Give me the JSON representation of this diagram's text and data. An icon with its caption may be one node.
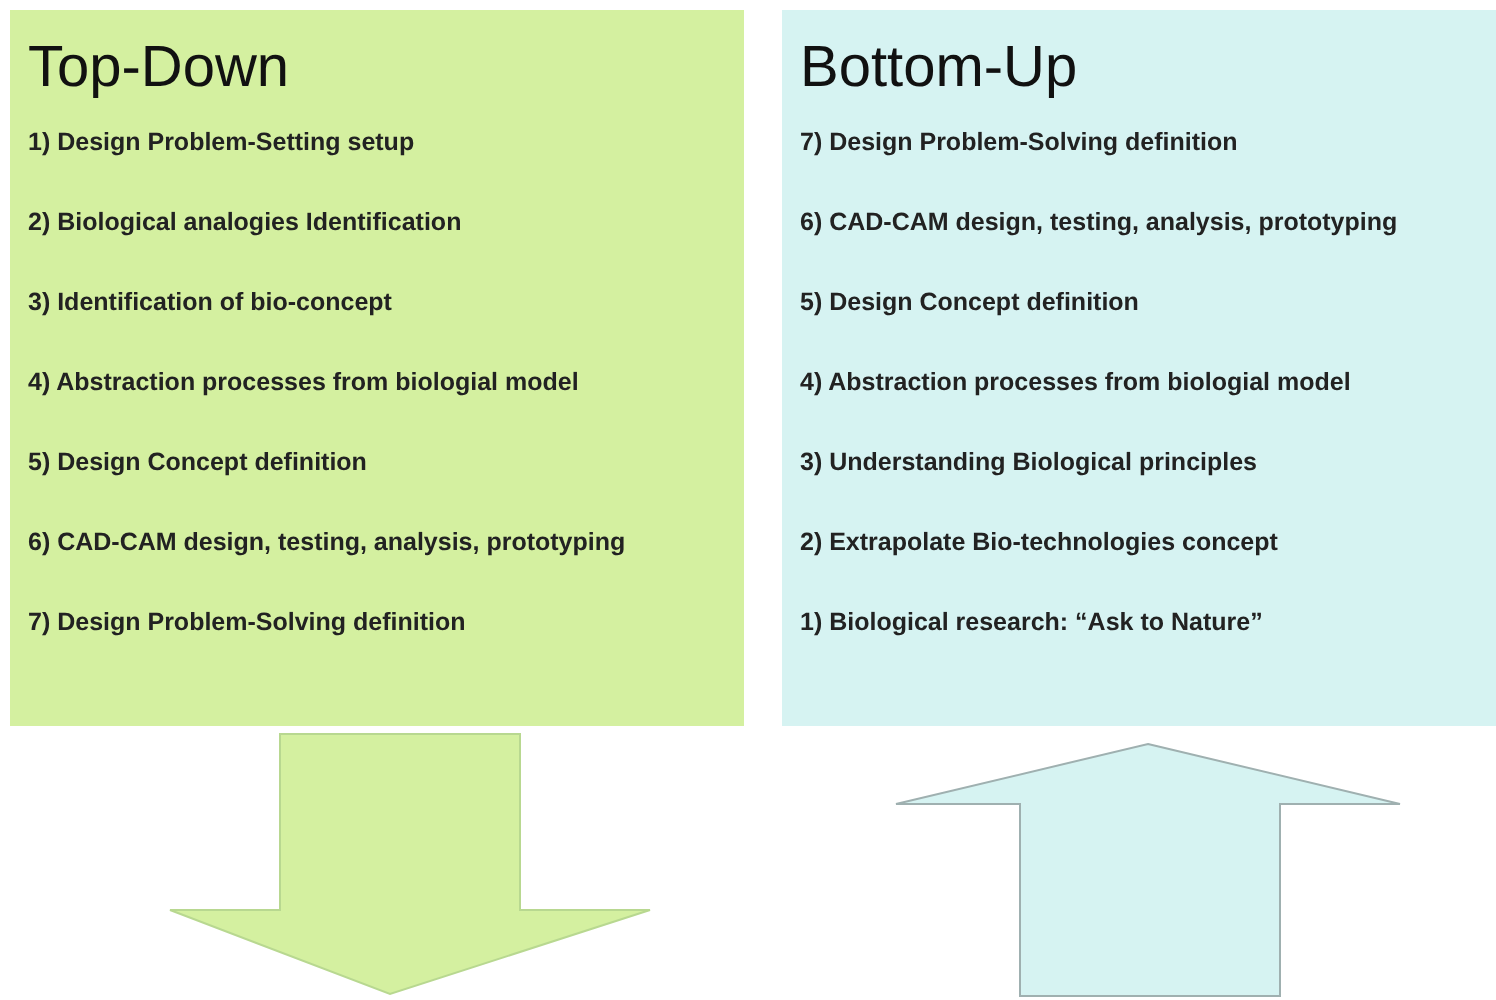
{
  "diagram": {
    "nodes": [
      {
        "text": [
          "Top-Down",
          "1) Design Problem-Setting setup",
          "2) Biological analogies Identification",
          "3) Identification of bio-concept",
          "4) Abstraction processes from biologial model",
          "5) Design Concept definition",
          "6) CAD-CAM design, testing, analysis, prototyping",
          "7) Design Problem-Solving definition"
        ]
      },
      {
        "text": [
          "Bottom-Up",
          "7) Design Problem-Solving definition",
          "6) CAD-CAM design, testing, analysis, prototyping",
          "5) Design Concept definition",
          "4) Abstraction processes from biologial model",
          "3) Understanding Biological principles",
          "2) Extrapolate Bio-technologies concept",
          "1) Biological research: “Ask to Nature”"
        ]
      }
    ]
  }
}
